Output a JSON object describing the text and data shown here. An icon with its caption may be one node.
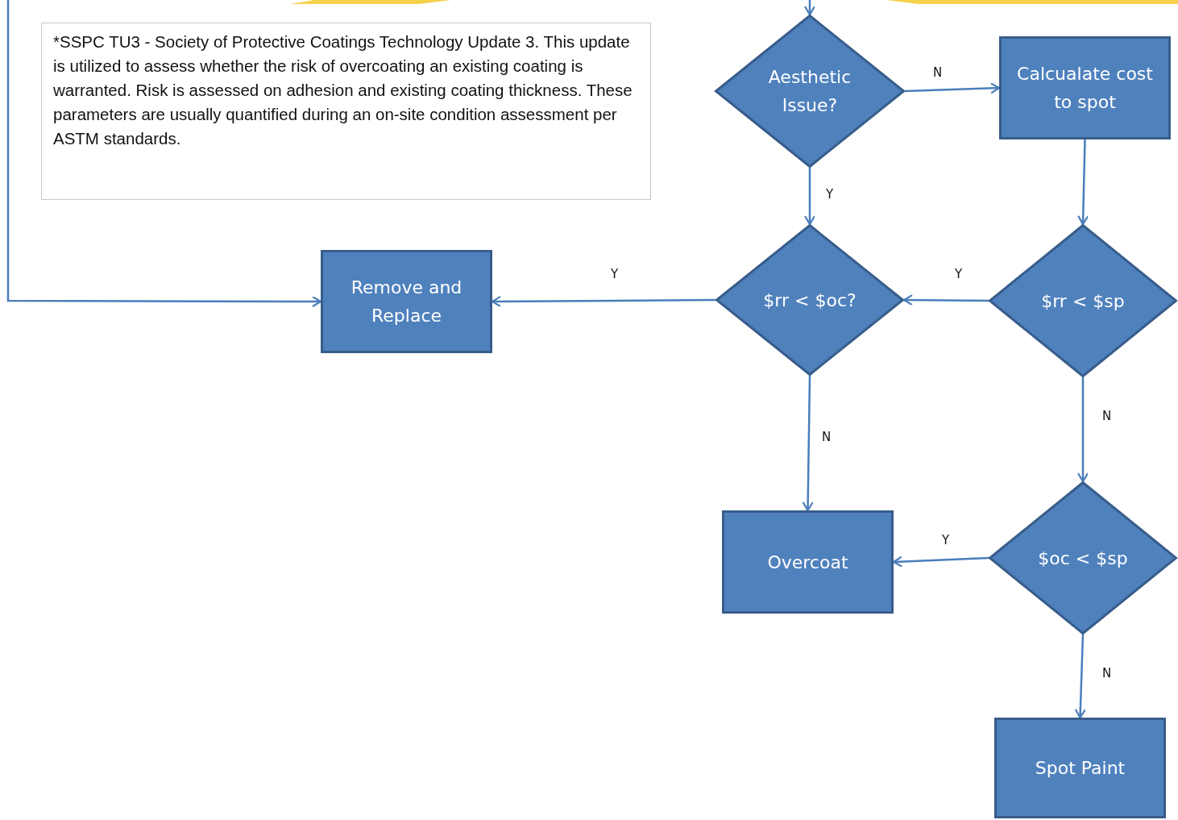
{
  "diagram": {
    "nodes": [
      {
        "text": [
          "*SSPC TU3 -  Society of Protective Coatings Technology Update 3.   This update is utilized to assess whether the risk of overcoating an existing coating is warranted. Risk is assessed on adhesion and existing coating thickness.  These parameters are usually quantified  during an on-site condition assessment per ASTM standards."
        ]
      },
      {
        "text": [
          "Aesthetic Issue?"
        ]
      },
      {
        "text": [
          "Calcualate cost to spot"
        ]
      },
      {
        "text": [
          "Remove  and Replace"
        ]
      },
      {
        "text": [
          "$rr < $oc?"
        ]
      },
      {
        "text": [
          "$rr < $sp"
        ]
      },
      {
        "text": [
          "Overcoat"
        ]
      },
      {
        "text": [
          "$oc < $sp"
        ]
      },
      {
        "text": [
          "Spot Paint"
        ]
      }
    ],
    "edges": [
      {
        "from": null,
        "to": 1,
        "arrow": "to"
      },
      {
        "from": null,
        "to": 3,
        "arrow": "to"
      },
      {
        "from": 1,
        "to": 2,
        "arrow": "to",
        "label": "N"
      },
      {
        "from": 1,
        "to": 4,
        "arrow": "to",
        "label": "Y"
      },
      {
        "from": 2,
        "to": 5,
        "arrow": "to"
      },
      {
        "from": 5,
        "to": 4,
        "arrow": "to",
        "label": "Y"
      },
      {
        "from": 4,
        "to": 3,
        "arrow": "to",
        "label": "Y"
      },
      {
        "from": 4,
        "to": 6,
        "arrow": "to",
        "label": "N"
      },
      {
        "from": 5,
        "to": 7,
        "arrow": "to",
        "label": "N"
      },
      {
        "from": 7,
        "to": 6,
        "arrow": "to",
        "label": "Y"
      },
      {
        "from": 7,
        "to": 8,
        "arrow": "to",
        "label": "N"
      }
    ]
  }
}
